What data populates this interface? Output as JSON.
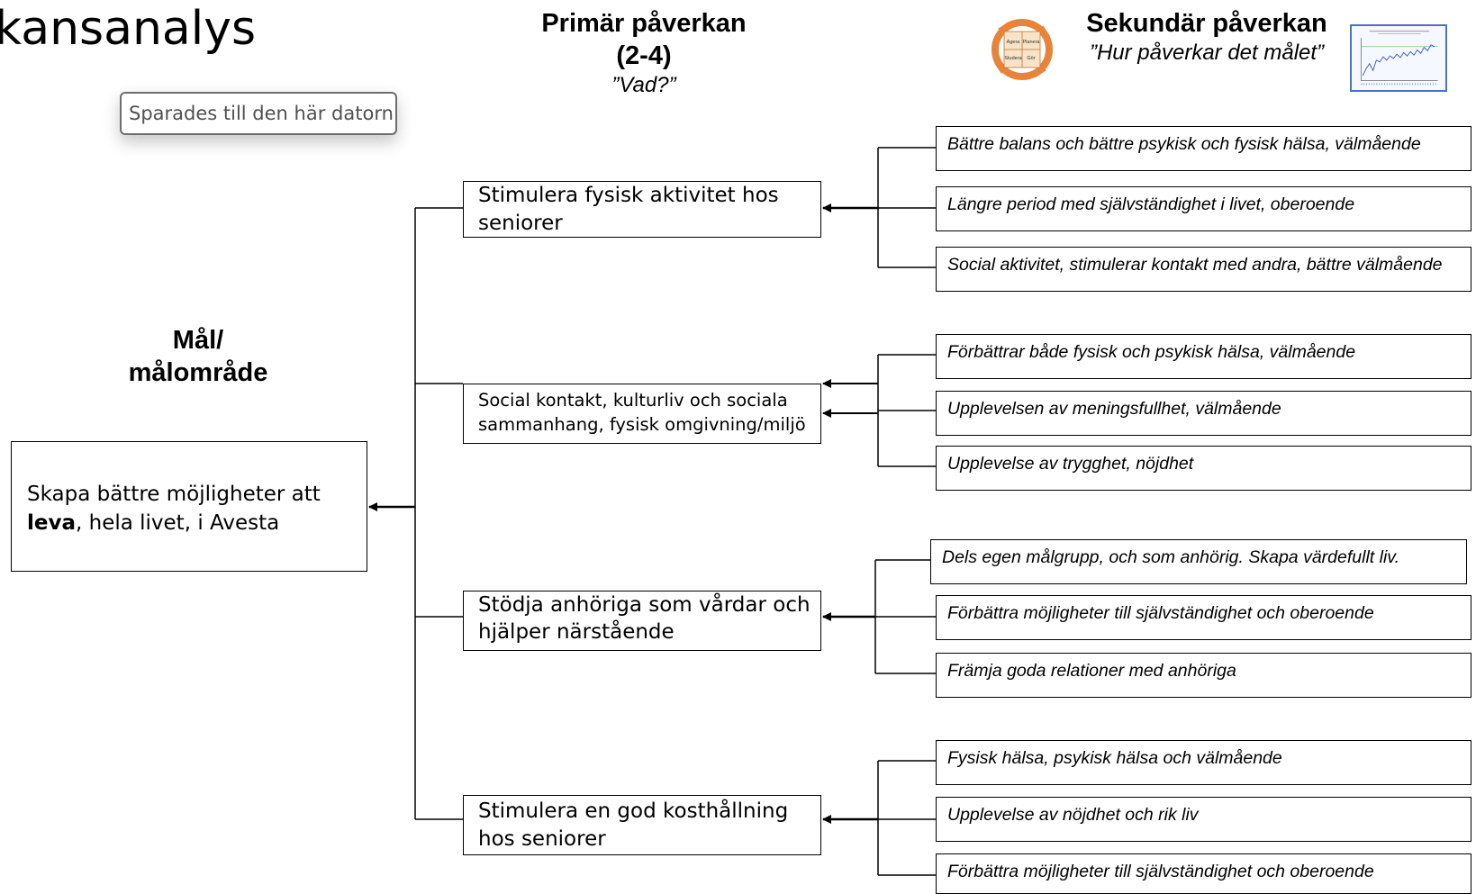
{
  "page_title": "kansanalys",
  "saved_badge": "Sparades till den här datorn",
  "headers": {
    "primary_title": "Primär påverkan",
    "primary_range": "(2-4)",
    "primary_question": "”Vad?”",
    "secondary_title": "Sekundär påverkan",
    "secondary_question": "”Hur påverkar det målet”"
  },
  "cycle_icon": {
    "name": "pdsa-cycle-icon",
    "labels": [
      "Agera",
      "Planera",
      "Studera",
      "Gör"
    ],
    "color": "#e8833a"
  },
  "chart_thumbnail": {
    "name": "run-chart-thumbnail-icon",
    "color": "#4a72c8"
  },
  "goal": {
    "label_line1": "Mål/",
    "label_line2": "målområde",
    "text_before": "Skapa bättre möjligheter att",
    "text_bold": "leva",
    "text_after": ", hela livet, i Avesta"
  },
  "primary": [
    {
      "text": "Stimulera fysisk aktivitet hos seniorer",
      "secondary": [
        "Bättre balans och bättre psykisk och fysisk hälsa, välmående",
        "Längre period med självständighet i livet, oberoende",
        "Social aktivitet, stimulerar kontakt med andra, bättre välmående"
      ]
    },
    {
      "text": "Social kontakt, kulturliv och sociala sammanhang, fysisk omgivning/miljö",
      "secondary": [
        "Förbättrar både fysisk och psykisk hälsa, välmående",
        "Upplevelsen av meningsfullhet, välmående",
        "Upplevelse av trygghet, nöjdhet"
      ]
    },
    {
      "text": "Stödja anhöriga som vårdar och hjälper närstående",
      "secondary": [
        "Dels egen målgrupp, och som anhörig. Skapa värdefullt liv.",
        "Förbättra möjligheter till självständighet och oberoende",
        "Främja goda relationer med anhöriga"
      ]
    },
    {
      "text": "Stimulera en god kosthållning hos seniorer",
      "secondary": [
        "Fysisk hälsa, psykisk hälsa och välmående",
        "Upplevelse av nöjdhet och rik liv",
        "Förbättra möjligheter till självständighet och oberoende"
      ]
    }
  ]
}
